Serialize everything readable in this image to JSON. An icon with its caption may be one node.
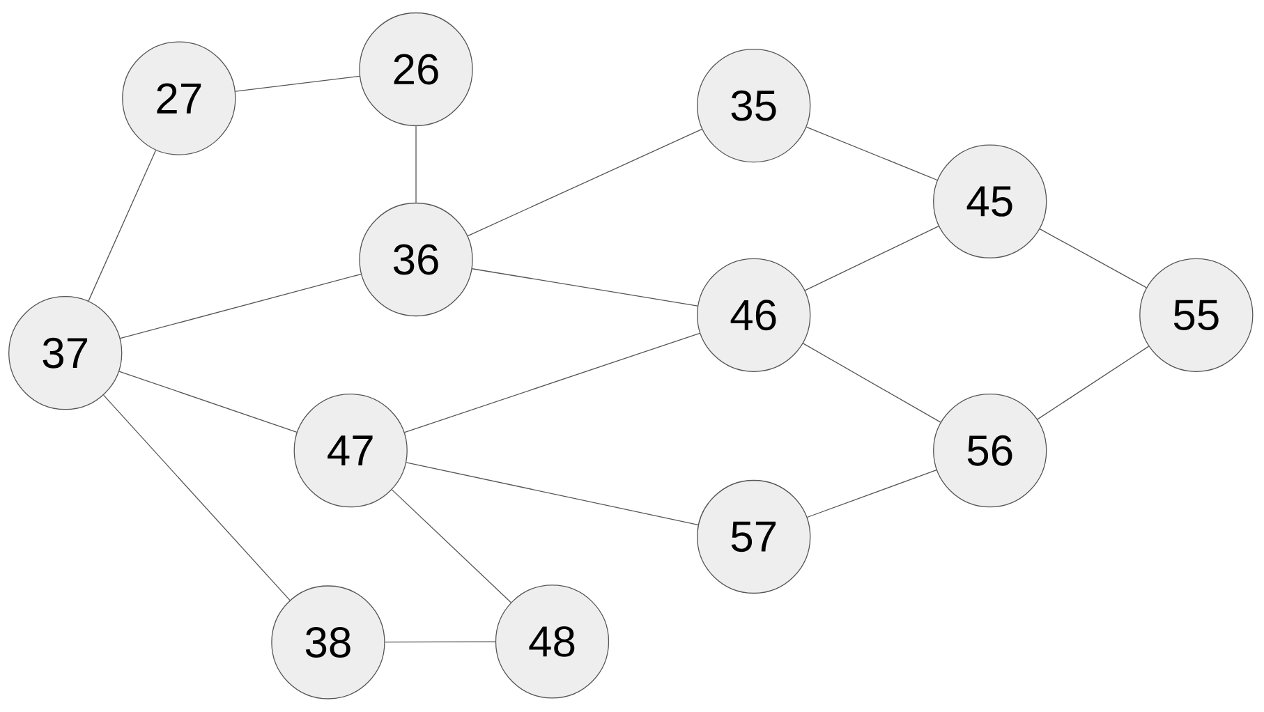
{
  "diagram": {
    "nodes": [
      {
        "text": [
          "26"
        ]
      },
      {
        "text": [
          "27"
        ]
      },
      {
        "text": [
          "35"
        ]
      },
      {
        "text": [
          "45"
        ]
      },
      {
        "text": [
          "36"
        ]
      },
      {
        "text": [
          "46"
        ]
      },
      {
        "text": [
          "55"
        ]
      },
      {
        "text": [
          "37"
        ]
      },
      {
        "text": [
          "47"
        ]
      },
      {
        "text": [
          "56"
        ]
      },
      {
        "text": [
          "57"
        ]
      },
      {
        "text": [
          "38"
        ]
      },
      {
        "text": [
          "48"
        ]
      }
    ],
    "edges": [
      {
        "from": 1,
        "to": 0,
        "arrow": "none"
      },
      {
        "from": 0,
        "to": 4,
        "arrow": "none"
      },
      {
        "from": 1,
        "to": 7,
        "arrow": "none"
      },
      {
        "from": 4,
        "to": 2,
        "arrow": "none"
      },
      {
        "from": 2,
        "to": 3,
        "arrow": "none"
      },
      {
        "from": 7,
        "to": 4,
        "arrow": "none"
      },
      {
        "from": 4,
        "to": 5,
        "arrow": "none"
      },
      {
        "from": 5,
        "to": 3,
        "arrow": "none"
      },
      {
        "from": 3,
        "to": 6,
        "arrow": "none"
      },
      {
        "from": 8,
        "to": 5,
        "arrow": "none"
      },
      {
        "from": 5,
        "to": 9,
        "arrow": "none"
      },
      {
        "from": 9,
        "to": 6,
        "arrow": "none"
      },
      {
        "from": 7,
        "to": 8,
        "arrow": "none"
      },
      {
        "from": 7,
        "to": 11,
        "arrow": "none"
      },
      {
        "from": 8,
        "to": 10,
        "arrow": "none"
      },
      {
        "from": 8,
        "to": 12,
        "arrow": "none"
      },
      {
        "from": 10,
        "to": 9,
        "arrow": "none"
      },
      {
        "from": 11,
        "to": 12,
        "arrow": "none"
      }
    ]
  }
}
